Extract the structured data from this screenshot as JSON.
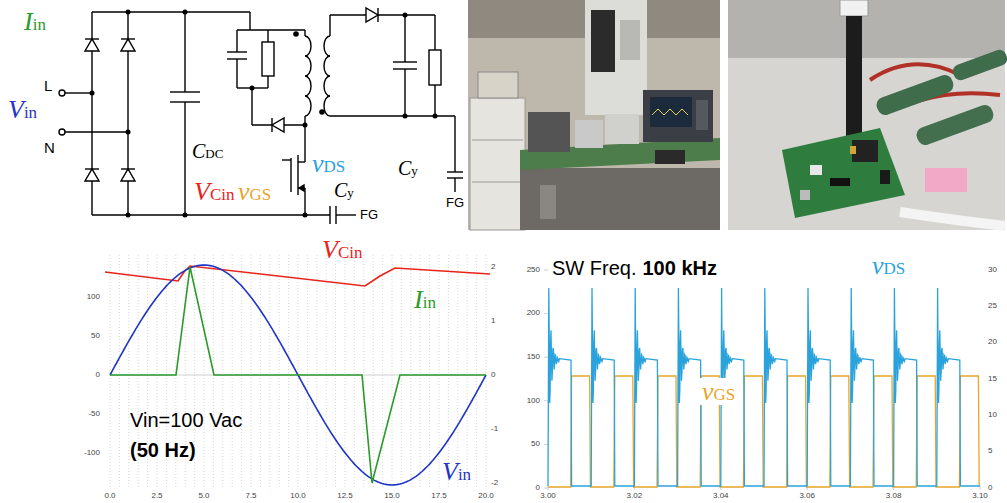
{
  "diagram": {
    "labels": [
      "Iin",
      "L",
      "Vin",
      "N",
      "CDC",
      "VCin",
      "vDS",
      "vGS",
      "Cy",
      "FG",
      "Cy",
      "FG",
      "VCin",
      "Iin",
      "Vin=100 Vac",
      "(50 Hz)",
      "Vin",
      "100",
      "50",
      "0",
      "-50",
      "-100",
      "2",
      "1",
      "0",
      "-1",
      "-2",
      "0.0",
      "2.5",
      "5.0",
      "7.5",
      "10.0",
      "12.5",
      "15.0",
      "17.5",
      "20.0",
      "SW Freq.",
      "100 kHz",
      "vDS",
      "vGS",
      "250",
      "200",
      "150",
      "100",
      "50",
      "0",
      "30",
      "25",
      "20",
      "15",
      "10",
      "5",
      "0",
      "3.00",
      "3.02",
      "3.04",
      "3.06",
      "3.08",
      "3.10"
    ]
  }
}
